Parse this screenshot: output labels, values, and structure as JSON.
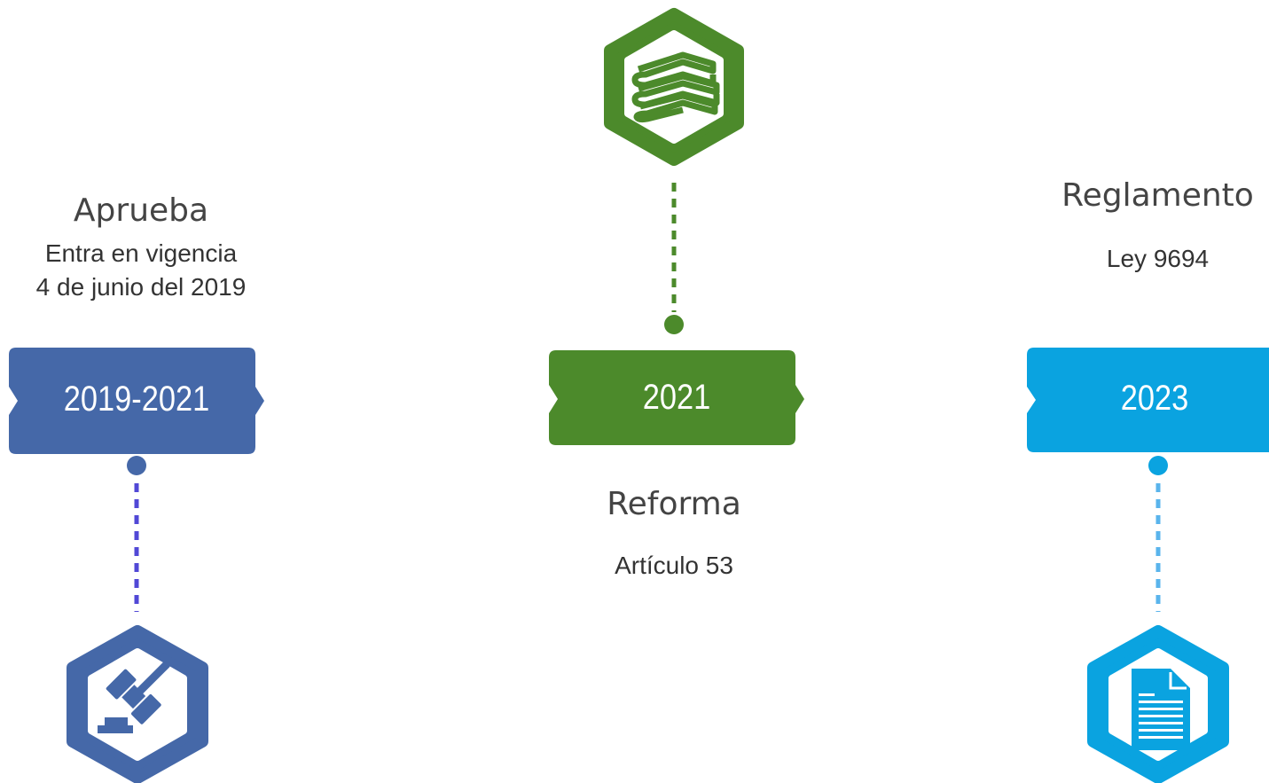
{
  "colors": {
    "blue": "#4568A8",
    "green": "#4C8A2B",
    "cyan": "#0AA3E0",
    "purple_dash": "#5148D6",
    "light_blue_dash": "#5AB4EC"
  },
  "milestones": [
    {
      "year_label": "2019-2021",
      "title": "Aprueba",
      "subtitle_line1": "Entra en vigencia",
      "subtitle_line2": "4 de junio del 2019",
      "icon": "gavel-icon"
    },
    {
      "year_label": "2021",
      "title": "Reforma",
      "subtitle_line1": "Artículo 53",
      "icon": "books-icon"
    },
    {
      "year_label": "2023",
      "title": "Reglamento",
      "subtitle_line1": "Ley 9694",
      "icon": "document-icon"
    }
  ]
}
